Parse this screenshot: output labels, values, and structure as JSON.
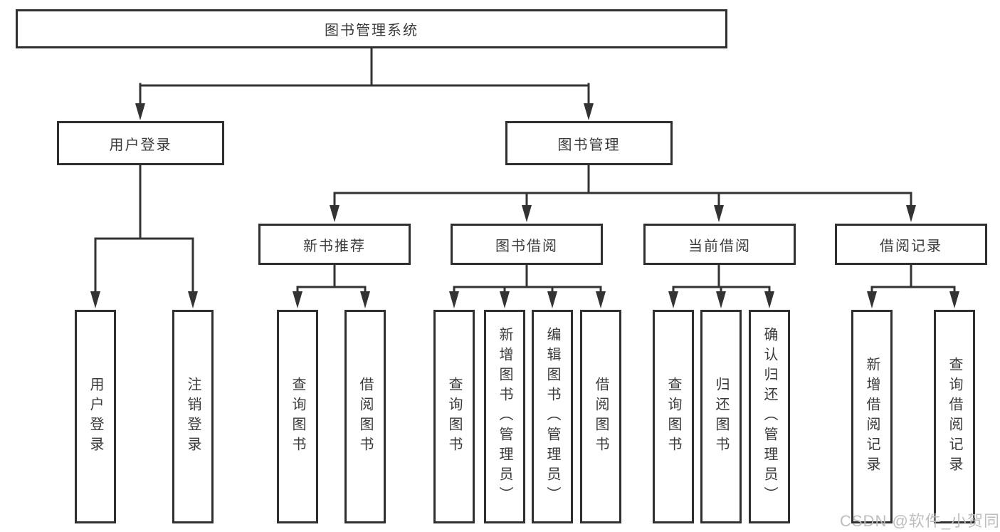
{
  "nodes": {
    "root": "图书管理系统",
    "login": "用户登录",
    "management": "图书管理",
    "recommend": "新书推荐",
    "borrow": "图书借阅",
    "current": "当前借阅",
    "records": "借阅记录"
  },
  "leaves": {
    "login": [
      "用户登录",
      "注销登录"
    ],
    "recommend": [
      "查询图书",
      "借阅图书"
    ],
    "borrow": [
      "查询图书",
      "新增图书（管理员）",
      "编辑图书（管理员）",
      "借阅图书"
    ],
    "current": [
      "查询图书",
      "归还图书",
      "确认归还（管理员）"
    ],
    "records": [
      "新增借阅记录",
      "查询借阅记录"
    ]
  },
  "watermark": "CSDN @软件_小贺同学",
  "colors": {
    "line": "#333333",
    "border": "#2f2f2f",
    "text": "#3a3a3a",
    "watermark": "#bababa",
    "background": "#ffffff"
  }
}
